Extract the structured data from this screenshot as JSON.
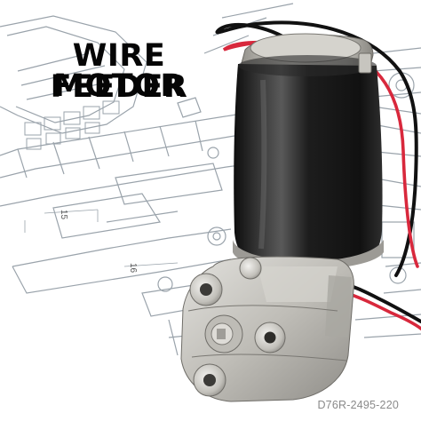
{
  "title": {
    "line1": "WIRE FEEDER",
    "line2": "MOTOR"
  },
  "model_code": "D76R-2495-220",
  "drawing_labels": [
    "15",
    "16"
  ],
  "colors": {
    "background": "#ffffff",
    "blueprint_lines": "#9aa3ab",
    "motor_body": "#1b1b1b",
    "gearbox": "#c9c8c4",
    "wire_red": "#d8283c",
    "wire_black": "#111111",
    "title_text": "#050505"
  }
}
